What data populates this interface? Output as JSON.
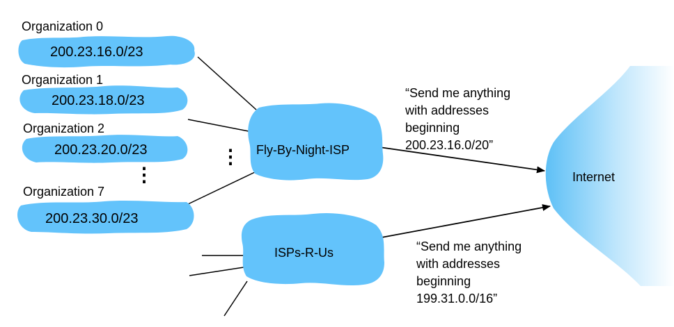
{
  "colors": {
    "cloud": "#63c3fb",
    "line": "#000000",
    "internet_edge": "#6ec8f8"
  },
  "organizations": [
    {
      "label": "Organization 0",
      "prefix": "200.23.16.0/23"
    },
    {
      "label": "Organization 1",
      "prefix": "200.23.18.0/23"
    },
    {
      "label": "Organization 2",
      "prefix": "200.23.20.0/23"
    },
    {
      "label": "Organization 7",
      "prefix": "200.23.30.0/23"
    }
  ],
  "isps": {
    "fly_by_night": "Fly-By-Night-ISP",
    "isps_r_us": "ISPs-R-Us"
  },
  "internet": "Internet",
  "advertisements": {
    "fly_by_night": [
      "“Send me anything",
      "with addresses",
      "beginning",
      "200.23.16.0/20”"
    ],
    "isps_r_us": [
      "“Send me anything",
      "with addresses",
      "beginning",
      "199.31.0.0/16”"
    ]
  },
  "ellipsis": "⋮"
}
